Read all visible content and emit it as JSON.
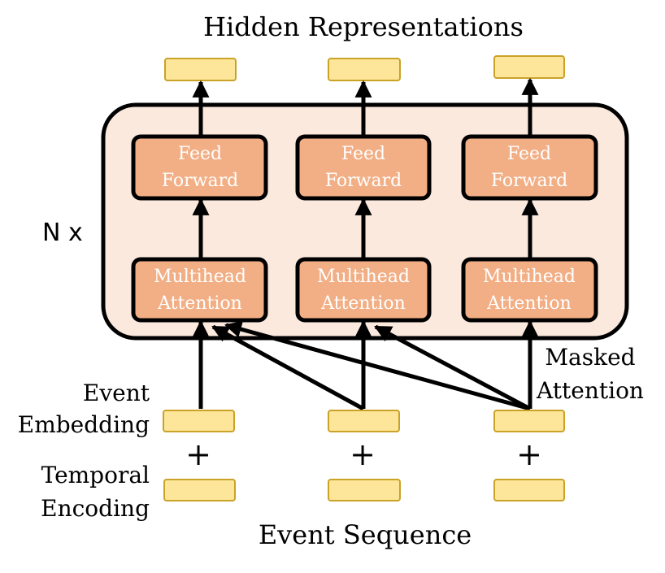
{
  "title": "Hidden Representations",
  "footer": "Event Sequence",
  "repeat_label": "N x",
  "masked_label": [
    "Masked",
    "Attention"
  ],
  "left_labels": {
    "event_embedding": [
      "Event",
      "Embedding"
    ],
    "temporal_encoding": [
      "Temporal",
      "Encoding"
    ]
  },
  "plus_sign": "+",
  "columns": [
    {
      "ff": [
        "Feed",
        "Forward"
      ],
      "mha": [
        "Multihead",
        "Attention"
      ]
    },
    {
      "ff": [
        "Feed",
        "Forward"
      ],
      "mha": [
        "Multihead",
        "Attention"
      ]
    },
    {
      "ff": [
        "Feed",
        "Forward"
      ],
      "mha": [
        "Multihead",
        "Attention"
      ]
    }
  ],
  "colors": {
    "outer_fill": "#fbe9de",
    "block_fill": "#f2ae84",
    "token_fill": "#fde69a",
    "token_stroke": "#c9a227",
    "stroke": "#000000",
    "block_text": "#ffffff"
  }
}
